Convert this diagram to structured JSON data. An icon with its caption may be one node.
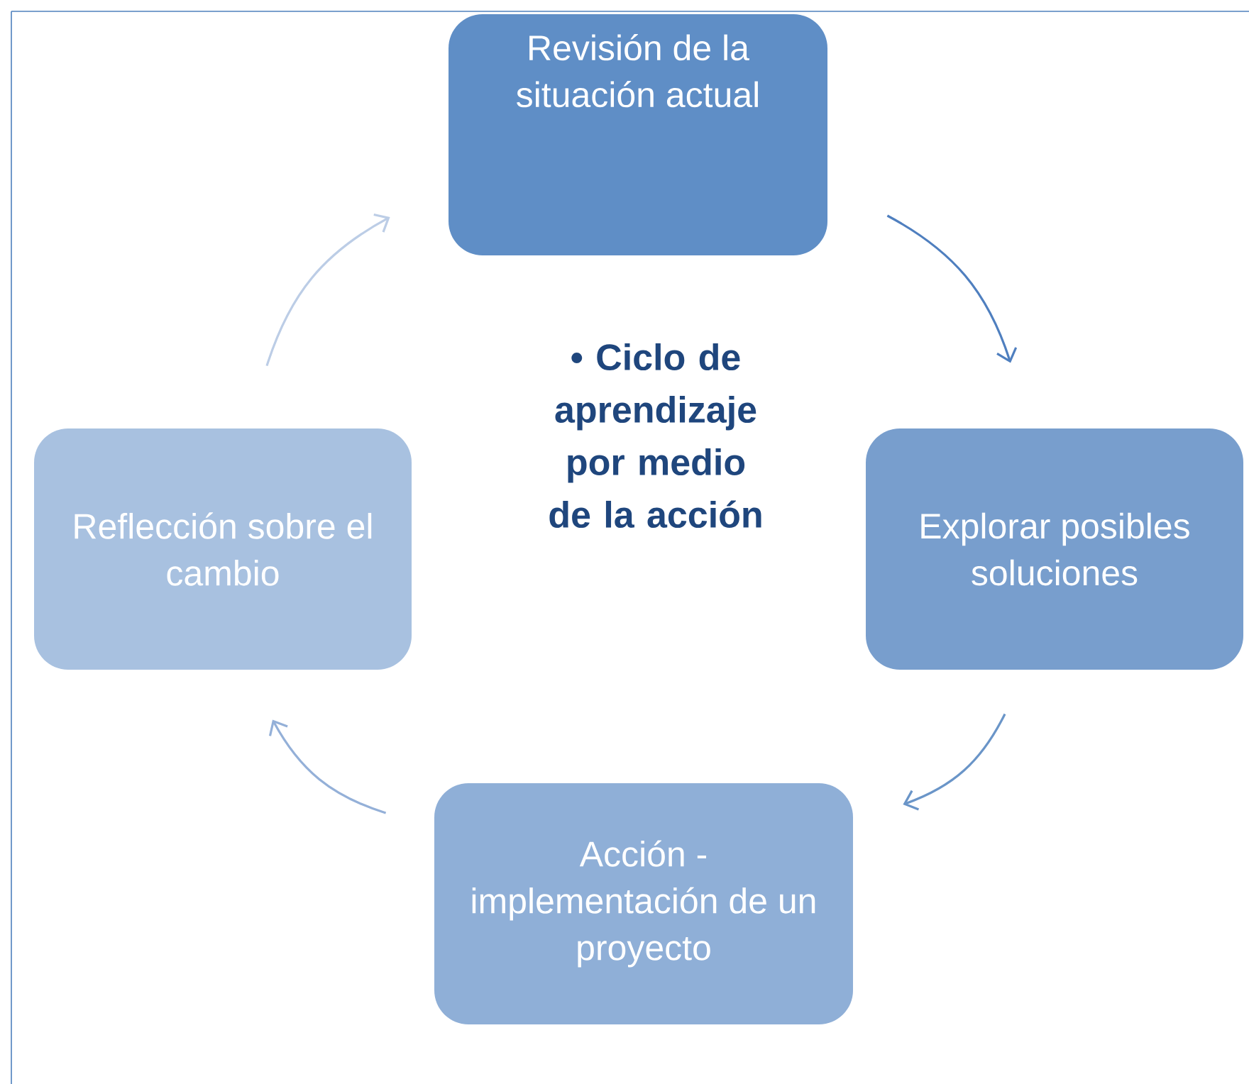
{
  "diagram": {
    "nodes": [
      {
        "text": [
          "Revisión de la situación actual"
        ]
      },
      {
        "text": [
          "Explorar posibles soluciones"
        ]
      },
      {
        "text": [
          "Acción - implementación de un proyecto"
        ]
      },
      {
        "text": [
          "Reflección sobre el cambio"
        ]
      }
    ],
    "edges": [
      {
        "from": 0,
        "to": 1,
        "arrow": "to",
        "color": "#4f7fbf"
      },
      {
        "from": 1,
        "to": 2,
        "arrow": "to",
        "color": "#6a95c8"
      },
      {
        "from": 2,
        "to": 3,
        "arrow": "to",
        "color": "#94b0d8"
      },
      {
        "from": 3,
        "to": 0,
        "arrow": "to",
        "color": "#bccde6"
      }
    ],
    "labels": [
      "• Ciclo de aprendizaje por medio de la acción"
    ]
  }
}
